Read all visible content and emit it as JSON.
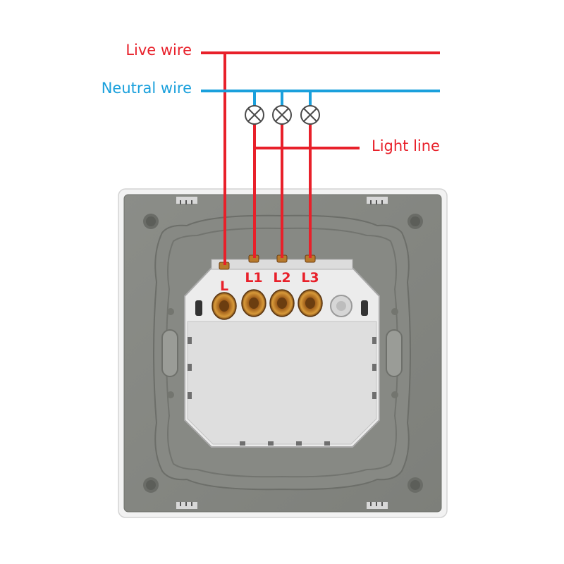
{
  "labels": {
    "live": "Live wire",
    "neutral": "Neutral wire",
    "light": "Light line"
  },
  "terminals": [
    "L",
    "L1",
    "L2",
    "L3"
  ],
  "colors": {
    "live": "#e8202a",
    "neutral": "#1aa0dc",
    "terminal_label": "#e8202a"
  },
  "icons": {
    "lamp": "lamp-icon",
    "screw": "terminal-screw-icon"
  }
}
